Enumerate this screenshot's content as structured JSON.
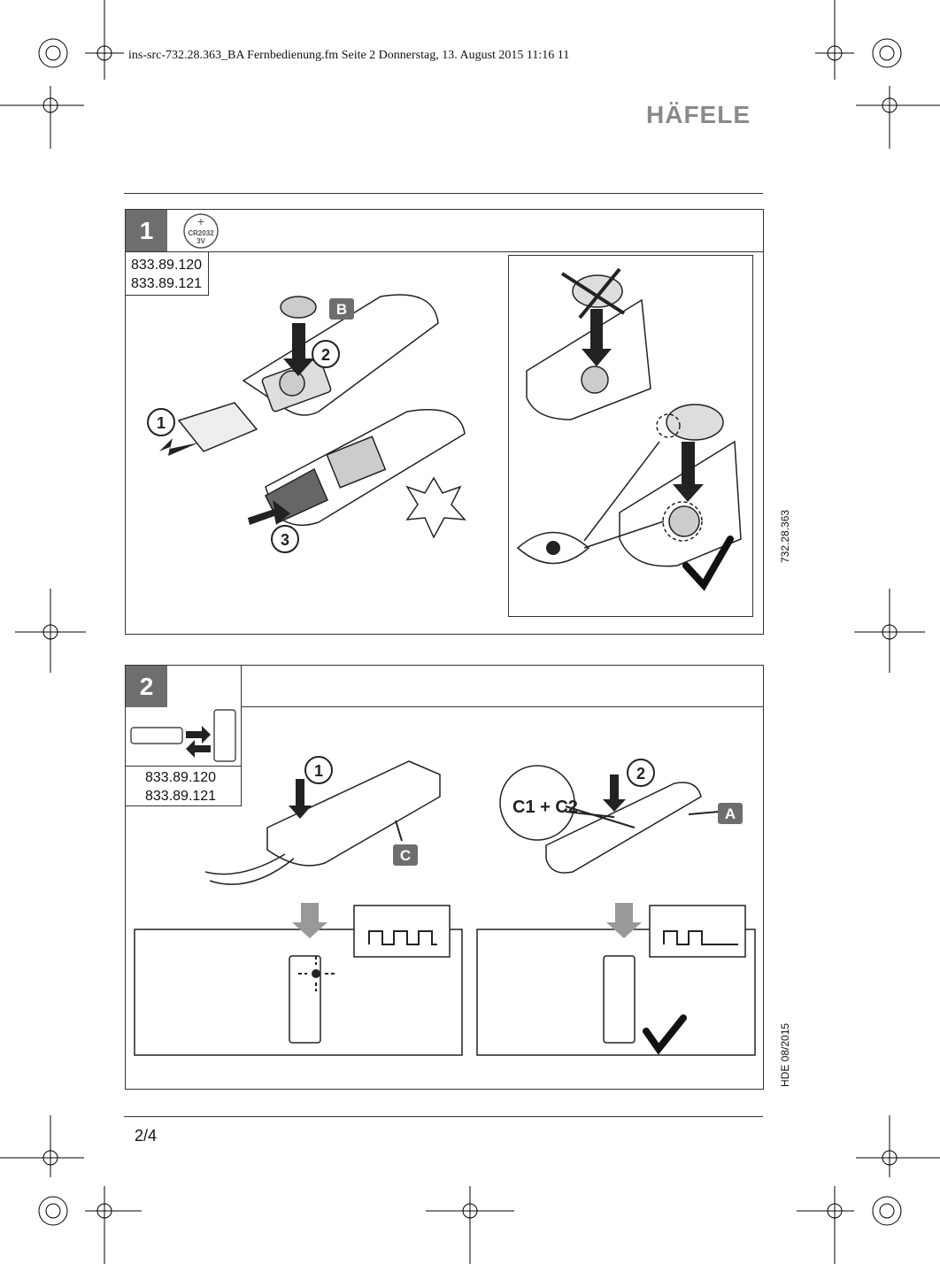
{
  "header": {
    "file_line": "ins-src-732.28.363_BA Fernbedienung.fm  Seite 2  Donnerstag, 13. August 2015  11:16 11",
    "logo": "HÄFELE"
  },
  "step1": {
    "number": "1",
    "battery_label_line1": "CR2032",
    "battery_label_line2": "3V",
    "article_codes": [
      "833.89.120",
      "833.89.121"
    ],
    "callouts": {
      "one": "1",
      "two": "2",
      "three": "3",
      "letter_b": "B"
    }
  },
  "step2": {
    "number": "2",
    "article_codes": [
      "833.89.120",
      "833.89.121"
    ],
    "callouts": {
      "one": "1",
      "two": "2",
      "letter_a": "A",
      "letter_c": "C",
      "buttons_label": "C1 + C2"
    }
  },
  "side_text": {
    "doc_number": "732.28.363",
    "edition": "HDE 08/2015"
  },
  "footer": {
    "page": "2/4"
  },
  "colors": {
    "label_bg": "#6e6e6e",
    "logo": "#8a8a8a",
    "line": "#333333"
  }
}
